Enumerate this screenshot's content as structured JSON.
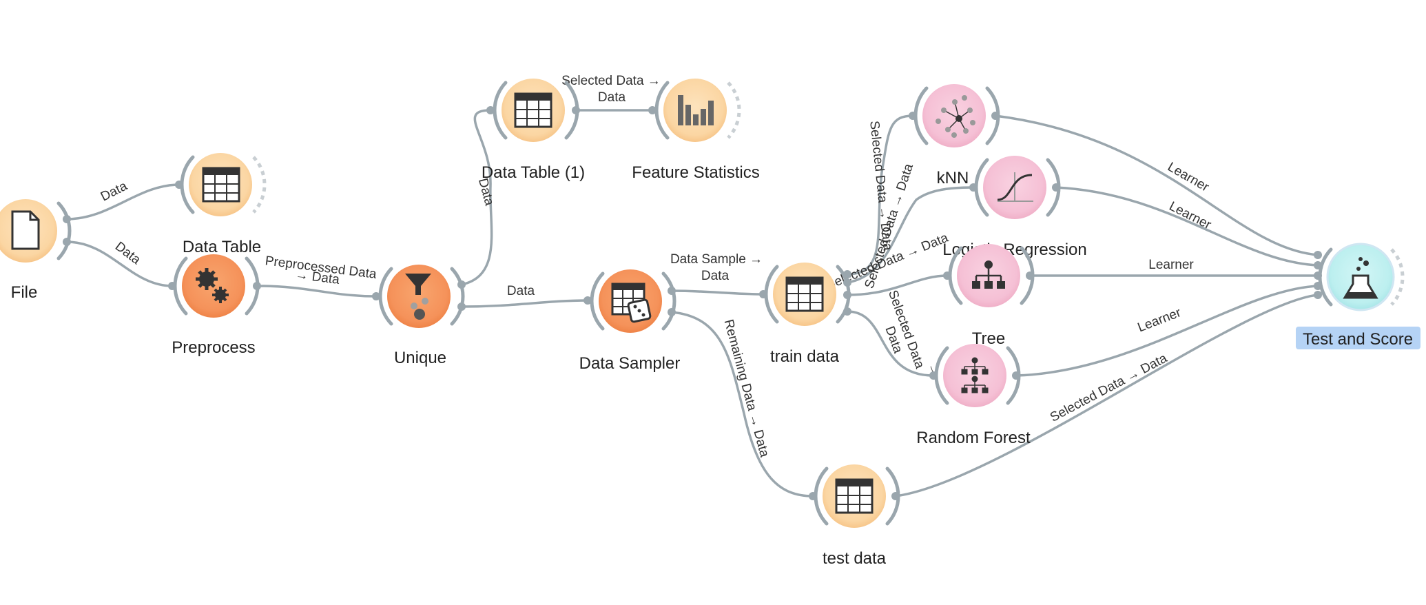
{
  "canvas": {
    "nodes": {
      "file": {
        "label": "File"
      },
      "data_table": {
        "label": "Data Table"
      },
      "preprocess": {
        "label": "Preprocess"
      },
      "unique": {
        "label": "Unique"
      },
      "data_table_1": {
        "label": "Data Table (1)"
      },
      "feature_statistics": {
        "label": "Feature Statistics"
      },
      "data_sampler": {
        "label": "Data Sampler"
      },
      "train_data": {
        "label": "train data"
      },
      "test_data": {
        "label": "test data"
      },
      "knn": {
        "label": "kNN"
      },
      "logistic_regression": {
        "label": "Logistic Regression"
      },
      "tree": {
        "label": "Tree"
      },
      "random_forest": {
        "label": "Random Forest"
      },
      "test_and_score": {
        "label": "Test and Score",
        "selected": true
      }
    },
    "links": {
      "file_to_data_table": "Data",
      "file_to_preprocess": "Data",
      "preprocess_to_unique_1": "Preprocessed Data",
      "preprocess_to_unique_2": "→ Data",
      "unique_to_data_table_1": "Data",
      "unique_to_data_sampler": "Data",
      "data_table_1_to_feature_statistics_1": "Selected Data →",
      "data_table_1_to_feature_statistics_2": "Data",
      "data_sampler_to_train_1": "Data Sample →",
      "data_sampler_to_train_2": "Data",
      "data_sampler_to_test": "Remaining Data → Data",
      "train_to_knn": "Selected Data → Data",
      "train_to_logreg": "Selected Data → Data",
      "train_to_tree": "Selected Data → Data",
      "train_to_random_forest_1": "Selected Data",
      "train_to_random_forest_2": "Data",
      "train_to_random_forest_arrow": "→",
      "knn_to_test_and_score": "Learner",
      "logreg_to_test_and_score": "Learner",
      "tree_to_test_and_score": "Learner",
      "random_forest_to_test_and_score": "Learner",
      "test_data_to_test_and_score": "Selected Data → Data"
    },
    "colors": {
      "data_node": "#fcd9a8",
      "transform_node": "#f59a5e",
      "model_node": "#f6c6d8",
      "evaluate_node": "#bff0f0",
      "link": "#9aa6ad",
      "selection": "#b5d3f5"
    },
    "icons": {
      "file": "file-icon",
      "data_table": "table-icon",
      "preprocess": "gears-icon",
      "unique": "funnel-icon",
      "data_sampler": "dice-table-icon",
      "feature_statistics": "bar-chart-icon",
      "knn": "network-icon",
      "logistic_regression": "sigmoid-icon",
      "tree": "tree-icon",
      "random_forest": "forest-icon",
      "test_and_score": "flask-icon"
    }
  }
}
